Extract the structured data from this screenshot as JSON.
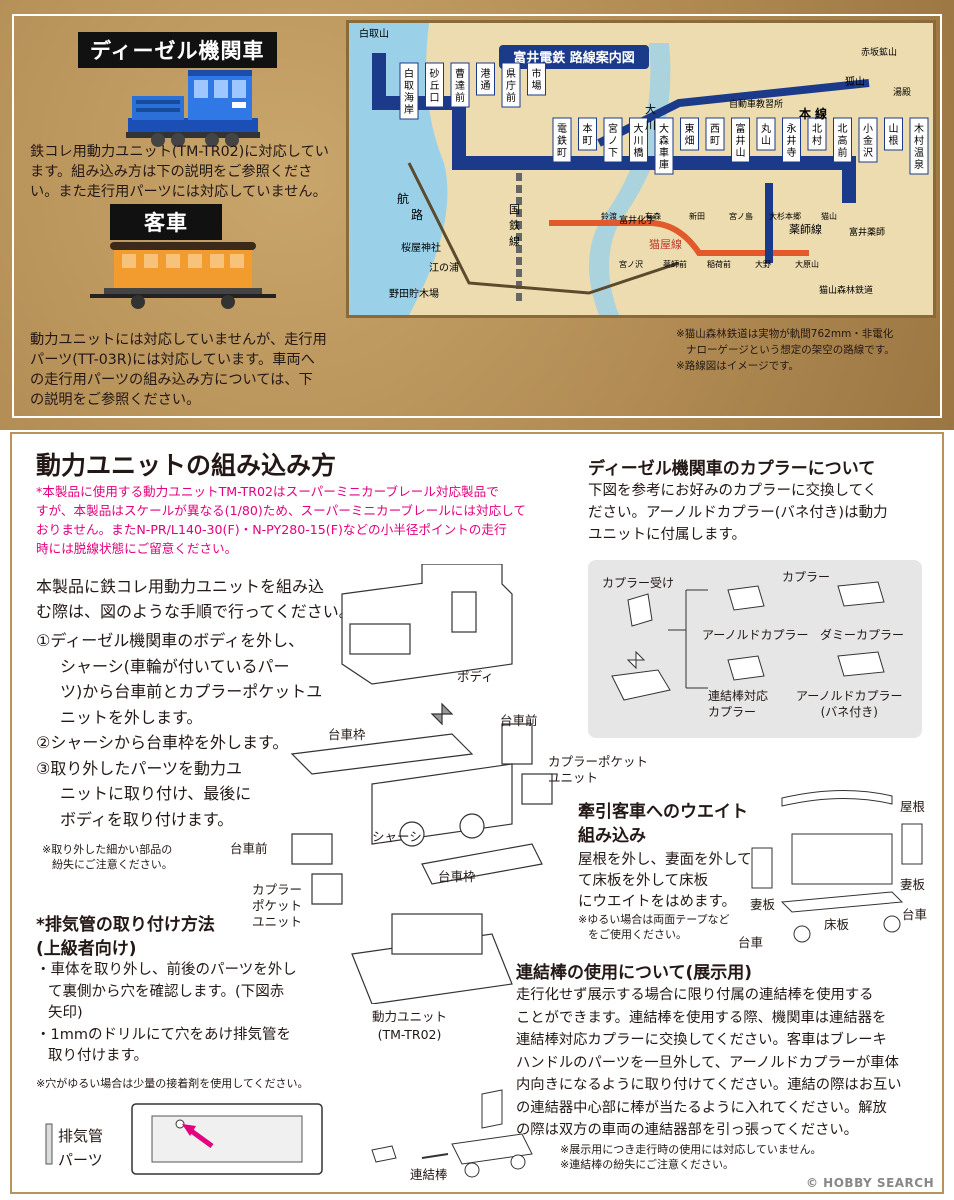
{
  "diesel": {
    "title": "ディーゼル機関車",
    "desc": [
      "鉄コレ用動力ユニット(TM-TR02)に対応してい",
      "ます。組み込み方は下の説明をご参照くださ",
      "い。また走行用パーツには対応していません。"
    ]
  },
  "coach": {
    "title": "客車",
    "desc": [
      "動力ユニットには対応していませんが、走行用",
      "パーツ(TT-03R)には対応しています。車両へ",
      "の走行用パーツの組み込み方については、下",
      "の説明をご参照ください。"
    ]
  },
  "map": {
    "title": "富井電鉄 路線案内図",
    "stations_top": [
      "白取海岸",
      "砂丘口",
      "曹達前",
      "港通",
      "県庁前",
      "市場",
      "電鉄町",
      "本町",
      "宮ノ下",
      "大川橋",
      "大森車庫",
      "東畑",
      "西町",
      "富井山",
      "丸山",
      "永井寺",
      "北村",
      "北高前",
      "小金沢",
      "山根",
      "木村温泉"
    ],
    "labels": [
      "白取山",
      "航",
      "路",
      "桜屋神社",
      "江の浦",
      "野田貯木場",
      "国",
      "鉄",
      "線",
      "大",
      "川",
      "狐山",
      "本",
      "線",
      "薬師線",
      "猫屋線",
      "自動車教習所",
      "富井化学",
      "富井薬師",
      "猫山森林鉄道",
      "赤坂鉱山",
      "湯殿"
    ],
    "branch": [
      "鈴渡",
      "宮ノ沢",
      "有森",
      "薬師前",
      "新田",
      "稲荷前",
      "宮ノ島",
      "大野",
      "大杉本郷",
      "大原山",
      "猫山"
    ],
    "notes": [
      "※猫山森林鉄道は実物が軌間762mm・非電化",
      "ナローゲージという想定の架空の路線です。",
      "※路線図はイメージです。"
    ]
  },
  "install": {
    "title": "動力ユニットの組み込み方",
    "warning": [
      "*本製品に使用する動力ユニットTM-TR02はスーパーミニカーブレール対応製品で",
      "すが、本製品はスケールが異なる(1/80)ため、スーパーミニカーブレールには対応して",
      "おりません。またN-PR/L140-30(F)・N-PY280-15(F)などの小半径ポイントの走行",
      "時には脱線状態にご留意ください。"
    ],
    "intro": [
      "本製品に鉄コレ用動力ユニットを組み込",
      "む際は、図のような手順で行ってください。"
    ],
    "steps": [
      "①ディーゼル機関車のボディを外し、",
      "シャーシ(車輪が付いているパー",
      "ツ)から台車前とカプラーポケットユ",
      "ニットを外します。",
      "②シャーシから台車枠を外します。",
      "③取り外したパーツを動力ユ",
      "ニットに取り付け、最後に",
      "ボディを取り付けます。"
    ],
    "note": [
      "※取り外した細かい部品の",
      "紛失にご注意ください。"
    ],
    "labels": {
      "body": "ボディ",
      "frame": "台車枠",
      "front": "台車前",
      "pocket": "カプラーポケット\nユニット",
      "chassis": "シャーシ",
      "front2": "台車前",
      "pocket2": "カプラー\nポケット\nユニット",
      "frame2": "台車枠",
      "unit": "動力ユニット\n(TM-TR02)"
    }
  },
  "exhaust": {
    "title": "*排気管の取り付け方法",
    "subtitle": "(上級者向け)",
    "lines": [
      "・車体を取り外し、前後のパーツを外し",
      "て裏側から穴を確認します。(下図赤",
      "矢印)",
      "・1mmのドリルにて穴をあけ排気管を",
      "取り付けます。"
    ],
    "note": "※穴がゆるい場合は少量の接着剤を使用してください。",
    "parts_label": [
      "排気管",
      "パーツ"
    ]
  },
  "coupler": {
    "title": "ディーゼル機関車のカプラーについて",
    "desc": [
      "下図を参考にお好みのカプラーに交換してく",
      "ださい。アーノルドカプラー(バネ付き)は動力",
      "ユニットに付属します。"
    ],
    "labels": {
      "receiver": "カプラー受け",
      "coupler": "カプラー",
      "arnold": "アーノルドカプラー",
      "dummy": "ダミーカプラー",
      "rod": "連結棒対応\nカプラー",
      "arnold_spring": "アーノルドカプラー\n(バネ付き)"
    }
  },
  "weight": {
    "title": [
      "牽引客車へのウエイト",
      "組み込み"
    ],
    "desc": [
      "屋根を外し、妻面を外して",
      "て床板を外して床板",
      "にウエイトをはめます。"
    ],
    "note": [
      "※ゆるい場合は両面テープなど",
      "をご使用ください。"
    ],
    "labels": {
      "roof": "屋根",
      "end1": "妻板",
      "end2": "妻板",
      "floor": "床板",
      "bogie1": "台車",
      "bogie2": "台車"
    }
  },
  "rod": {
    "title": "連結棒の使用について(展示用)",
    "desc": [
      "走行化せず展示する場合に限り付属の連結棒を使用する",
      "ことができます。連結棒を使用する際、機関車は連結器を",
      "連結棒対応カプラーに交換してください。客車はブレーキ",
      "ハンドルのパーツを一旦外して、アーノルドカプラーが車体",
      "内向きになるように取り付けてください。連結の際はお互い",
      "の連結器中心部に棒が当たるように入れてください。解放",
      "の際は双方の車両の連結器部を引っ張ってください。"
    ],
    "notes": [
      "※展示用につき走行時の使用には対応していません。",
      "※連結棒の紛失にご注意ください。"
    ],
    "label": "連結棒"
  },
  "watermark": "© HOBBY SEARCH"
}
